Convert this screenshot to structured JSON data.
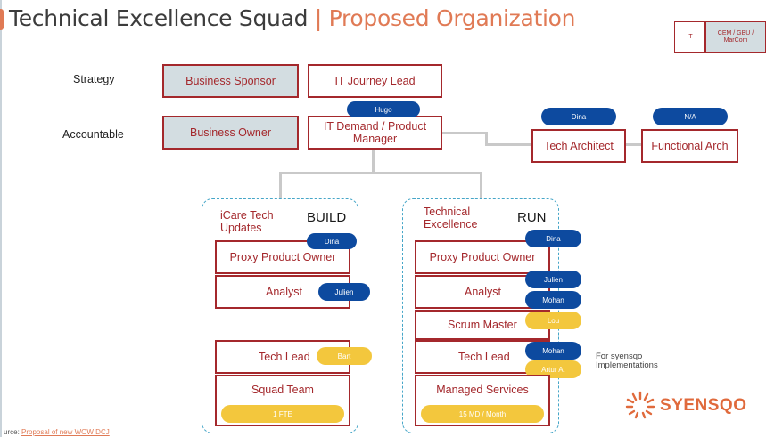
{
  "header": {
    "title_main": "Technical Excellence Squad",
    "title_separator": "|",
    "title_accent": "Proposed Organization",
    "legend_it": "IT",
    "legend_business": "CEM / GBU / MarCom",
    "colors": {
      "accent": "#e07a55",
      "box_border": "#a4282c",
      "business_fill": "#d3dde1",
      "pill_blue": "#0d4a9f",
      "pill_yellow": "#f3c73d",
      "container_border": "#46a6c8"
    }
  },
  "rows": {
    "strategy": "Strategy",
    "accountable": "Accountable"
  },
  "top": {
    "business_sponsor": "Business Sponsor",
    "it_journey_lead": "IT Journey Lead",
    "business_owner": "Business Owner",
    "it_demand_pm": "IT Demand / Product Manager",
    "it_demand_person": "Hugo",
    "tech_architect": "Tech Architect",
    "tech_architect_person": "Dina",
    "functional_arch": "Functional Arch",
    "functional_arch_person": "N/A"
  },
  "build": {
    "heading": "iCare Tech Updates",
    "type": "BUILD",
    "proxy_po": "Proxy Product Owner",
    "proxy_po_person": "Dina",
    "analyst": "Analyst",
    "analyst_person": "Julien",
    "tech_lead": "Tech Lead",
    "tech_lead_person": "Bart",
    "squad_team": "Squad Team",
    "squad_team_size": "1 FTE"
  },
  "run": {
    "heading": "Technical Excellence",
    "type": "RUN",
    "proxy_po": "Proxy Product Owner",
    "proxy_po_person": "Dina",
    "analyst": "Analyst",
    "analyst_person_1": "Julien",
    "analyst_person_2": "Mohan",
    "scrum_master": "Scrum Master",
    "scrum_master_person": "Lou",
    "tech_lead": "Tech Lead",
    "tech_lead_person_1": "Mohan",
    "tech_lead_person_2": "Artur A.",
    "managed_services": "Managed Services",
    "managed_services_size": "15 MD / Month"
  },
  "note": {
    "prefix": "For",
    "company": "syensqo",
    "suffix": "Implementations"
  },
  "footer": {
    "source_prefix": "urce:",
    "source_link": "Proposal of new WOW DCJ",
    "logo_text": "SYENSQO",
    "logo_icon": "syensqo-burst-icon"
  }
}
